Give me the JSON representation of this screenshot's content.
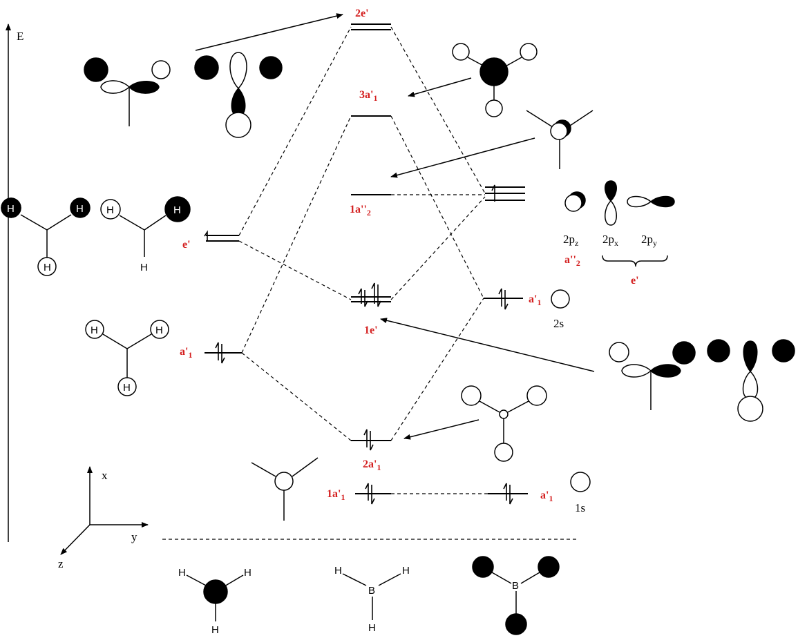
{
  "axis": {
    "energy_label": "E"
  },
  "coord_axes": {
    "x": "x",
    "y": "y",
    "z": "z"
  },
  "mo_labels": {
    "two_e_prime": "2e'",
    "three_a1_prime": "3a'",
    "one_a2_dprime": "1a''",
    "one_e_prime": "1e'",
    "two_a1_prime": "2a'",
    "one_a1_prime": "1a'",
    "sub1": "1",
    "sub2": "2"
  },
  "ligand_labels": {
    "e_prime": "e'",
    "a1_prime": "a'",
    "sub1": "1"
  },
  "boron_labels": {
    "a1_prime_2s": "a'",
    "a1_prime_1s": "a'",
    "sub1": "1",
    "orbital_2s": "2s",
    "orbital_1s": "1s",
    "two_p": "2p",
    "sub_z": "z",
    "sub_x": "x",
    "sub_y": "y",
    "a2_dprime": "a''",
    "a2_sub": "2",
    "e_prime_group": "e'"
  },
  "atoms": {
    "hydrogen": "H",
    "boron": "B"
  },
  "colors": {
    "symmetry_label": "#d42020",
    "lines": "#000000",
    "background": "#ffffff"
  }
}
